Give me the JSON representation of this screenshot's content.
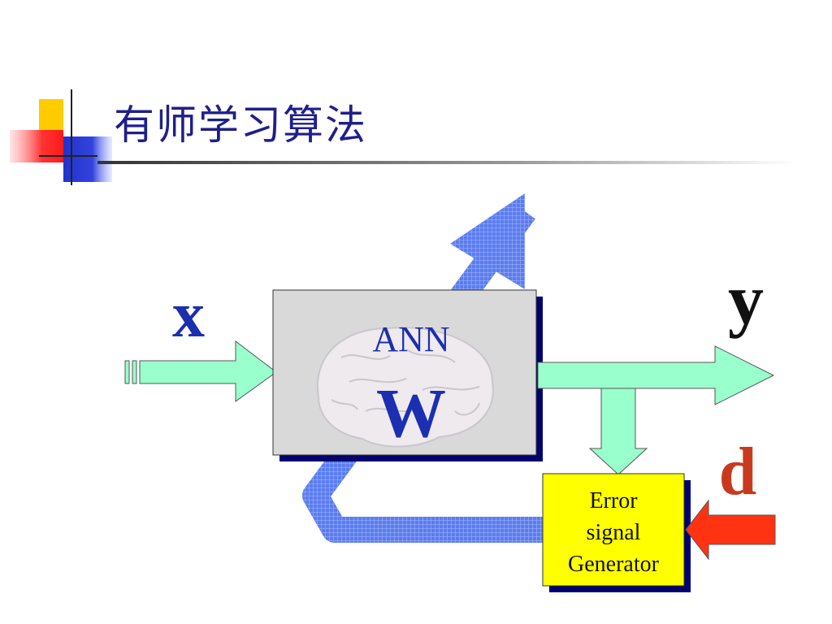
{
  "slide": {
    "title": "有师学习算法"
  },
  "diagram": {
    "input_label": "x",
    "output_label": "y",
    "desired_label": "d",
    "ann_box": {
      "title": "ANN",
      "weights": "W"
    },
    "error_box": {
      "line1": "Error",
      "line2": "signal",
      "line3": "Generator"
    }
  },
  "colors": {
    "title_text": "#1f1f8a",
    "arrow_green": "#99ffcc",
    "feedback_blue": "#5577ee",
    "error_box_fill": "#ffff00",
    "desired_arrow": "#ff3311",
    "label_blue": "#1c2fb0",
    "label_red": "#c83a1e",
    "shadow": "#00006e"
  }
}
